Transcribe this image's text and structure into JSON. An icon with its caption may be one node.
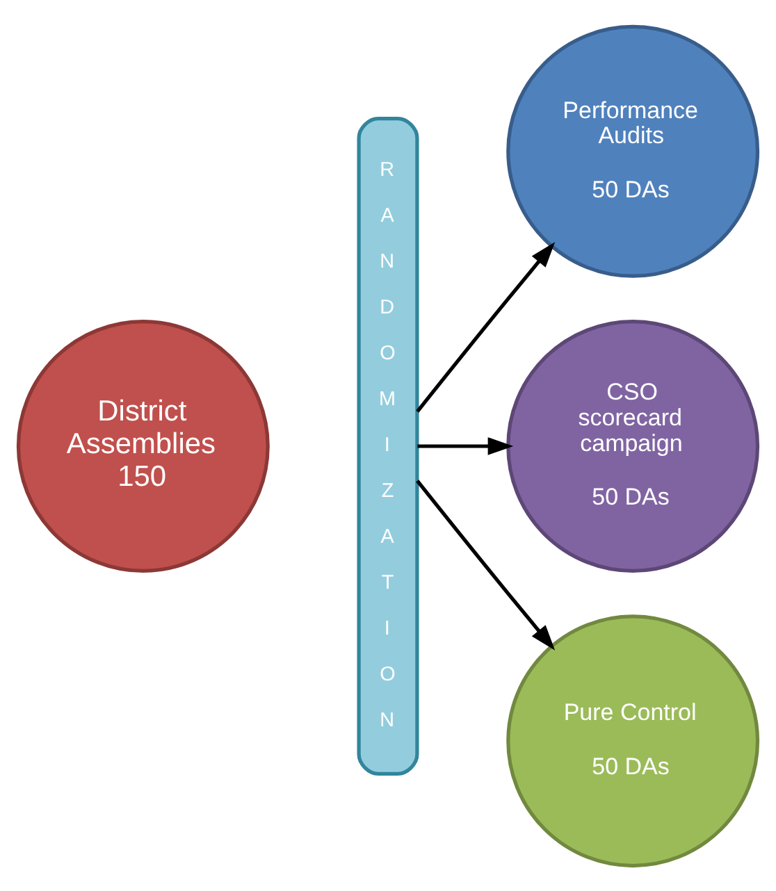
{
  "diagram": {
    "nodes": [
      {
        "text": [
          "District Assemblies 150"
        ]
      },
      {
        "text": [
          "RANDOMIZATION"
        ]
      },
      {
        "text": [
          "Performance Audits",
          "50 DAs"
        ]
      },
      {
        "text": [
          "CSO scorecard campaign",
          "50 DAs"
        ]
      },
      {
        "text": [
          "Pure Control",
          "50 DAs"
        ]
      }
    ],
    "edges": [
      {
        "from": 1,
        "to": 2,
        "arrow": "to"
      },
      {
        "from": 1,
        "to": 3,
        "arrow": "to"
      },
      {
        "from": 1,
        "to": 4,
        "arrow": "to"
      }
    ]
  }
}
